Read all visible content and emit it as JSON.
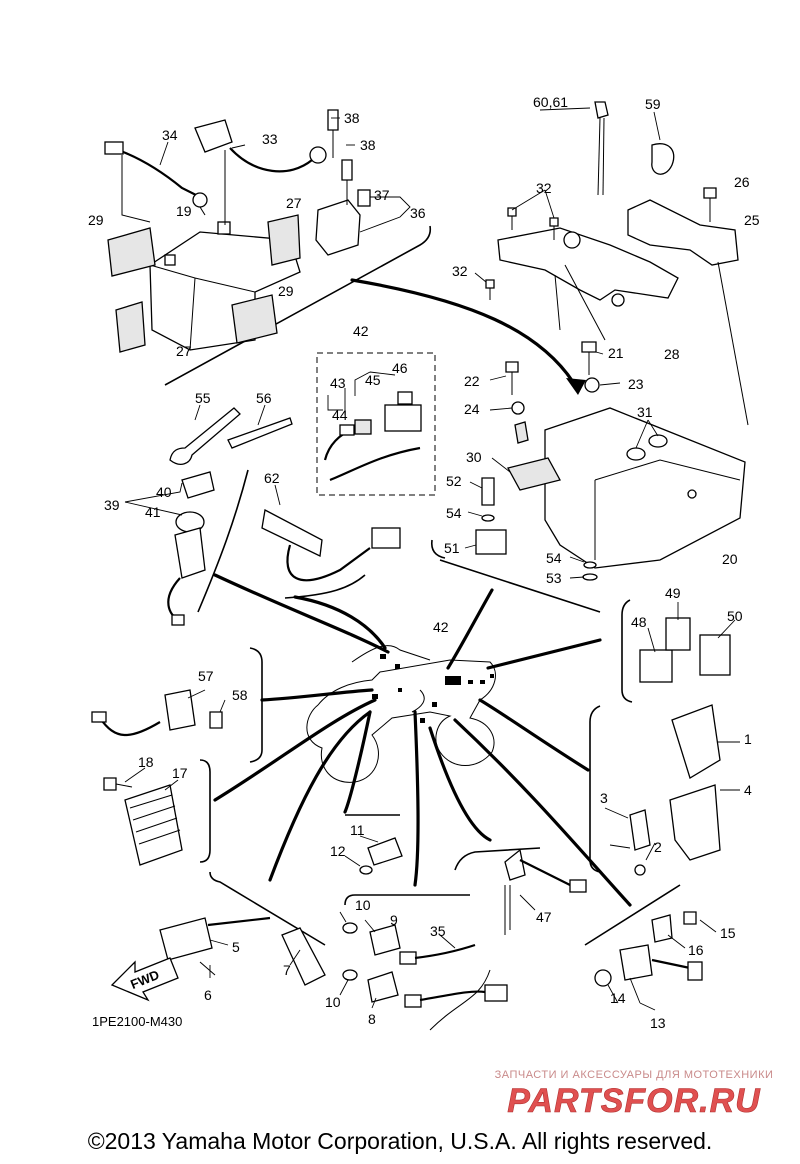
{
  "copyright": "©2013 Yamaha Motor Corporation, U.S.A. All rights reserved.",
  "diagram_code": "1PE2100-M430",
  "fwd_label": "FWD",
  "watermark": {
    "subtitle": "ЗАПЧАСТИ И АКСЕССУАРЫ ДЛЯ МОТОТЕХНИКИ",
    "logo_text": "PARTSFOR.RU",
    "color": "#e05050"
  },
  "callouts": {
    "c1": "1",
    "c2": "2",
    "c3": "3",
    "c4": "4",
    "c5": "5",
    "c6": "6",
    "c7": "7",
    "c8": "8",
    "c9": "9",
    "c10a": "10",
    "c10b": "10",
    "c11": "11",
    "c12": "12",
    "c13": "13",
    "c14": "14",
    "c15": "15",
    "c16": "16",
    "c17": "17",
    "c18": "18",
    "c19": "19",
    "c20": "20",
    "c21": "21",
    "c22": "22",
    "c23": "23",
    "c24": "24",
    "c25": "25",
    "c26": "26",
    "c27a": "27",
    "c27b": "27",
    "c28": "28",
    "c29a": "29",
    "c29b": "29",
    "c30": "30",
    "c31": "31",
    "c32a": "32",
    "c32b": "32",
    "c33": "33",
    "c34": "34",
    "c35": "35",
    "c36": "36",
    "c37": "37",
    "c38a": "38",
    "c38b": "38",
    "c39": "39",
    "c40": "40",
    "c41": "41",
    "c42a": "42",
    "c42b": "42",
    "c43": "43",
    "c44": "44",
    "c45": "45",
    "c46": "46",
    "c47": "47",
    "c48": "48",
    "c49": "49",
    "c50": "50",
    "c51": "51",
    "c52": "52",
    "c53": "53",
    "c54a": "54",
    "c54b": "54",
    "c55": "55",
    "c56": "56",
    "c57": "57",
    "c58": "58",
    "c59": "59",
    "c60_61": "60,61",
    "c62": "62"
  }
}
